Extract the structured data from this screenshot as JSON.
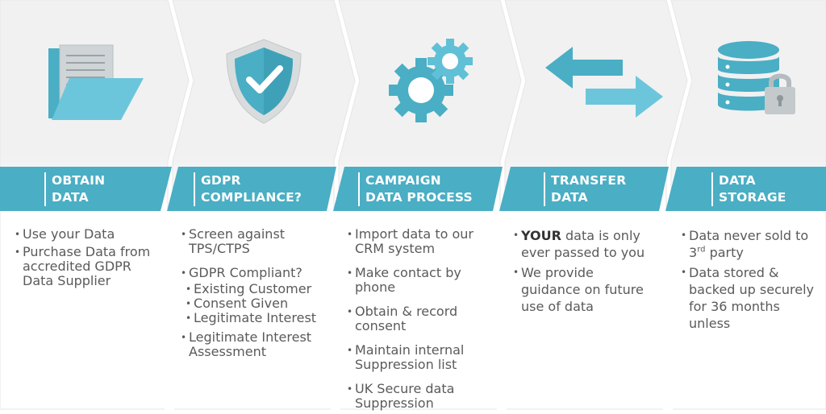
{
  "colors": {
    "teal": "#4aaec4",
    "teal_light": "#5fc0d6",
    "panel_top": "#f2f2f2",
    "panel_bottom": "#ffffff",
    "text": "#5a5a5a"
  },
  "stages": [
    {
      "icon": "folder-document-icon",
      "header_line1": "OBTAIN",
      "header_line2": "DATA",
      "items": [
        "Use your Data",
        "Purchase Data from accredited GDPR Data Supplier"
      ]
    },
    {
      "icon": "shield-check-icon",
      "header_line1": "GDPR",
      "header_line2": "COMPLIANCE?",
      "items": [
        "Screen against TPS/CTPS",
        "GDPR Compliant?",
        "Legitimate Interest Assessment"
      ],
      "sub_items": [
        "Existing Customer",
        "Consent Given",
        "Legitimate Interest"
      ]
    },
    {
      "icon": "gears-icon",
      "header_line1": "CAMPAIGN",
      "header_line2": "DATA PROCESS",
      "items": [
        "Import data to our CRM system",
        "Make contact by phone",
        "Obtain & record consent",
        "Maintain internal Suppression list",
        "UK Secure data Suppression"
      ]
    },
    {
      "icon": "transfer-arrows-icon",
      "header_line1": "TRANSFER",
      "header_line2": "DATA",
      "item1_bold": "YOUR",
      "item1_rest": " data is only ever passed to you",
      "item2": "We provide guidance on future use of data"
    },
    {
      "icon": "database-lock-icon",
      "header_line1": "DATA",
      "header_line2": "STORAGE",
      "item1_pre": "Data never sold to 3",
      "item1_sup": "rd",
      "item1_post": " party",
      "item2": "Data stored & backed up securely for 36 months unless"
    }
  ]
}
